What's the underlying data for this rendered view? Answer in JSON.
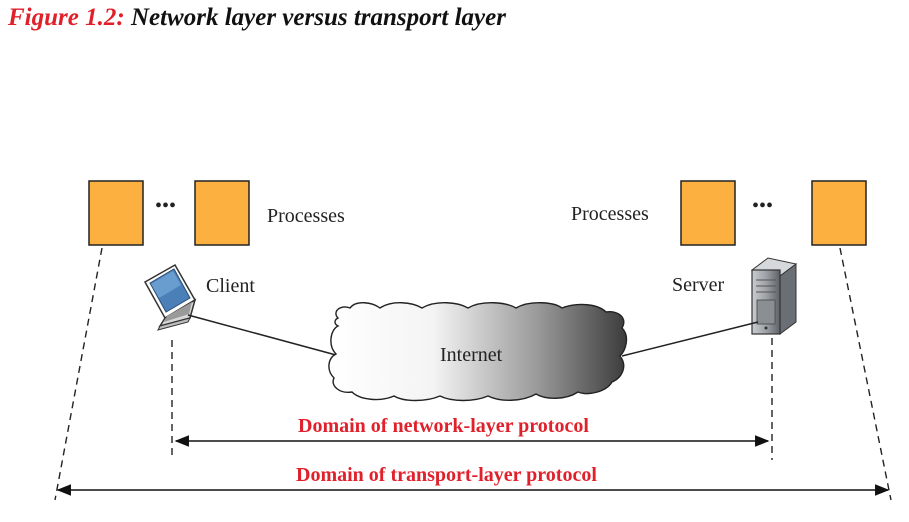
{
  "figure": {
    "number": "Figure 1.2:",
    "title": "Network layer versus transport layer"
  },
  "labels": {
    "processes_left": "Processes",
    "processes_right": "Processes",
    "client": "Client",
    "server": "Server",
    "internet": "Internet",
    "ellipsis_left": "•••",
    "ellipsis_right": "•••",
    "network_domain": "Domain of network-layer protocol",
    "transport_domain": "Domain of transport-layer protocol"
  },
  "colors": {
    "process_fill": "#fbb040",
    "accent_red": "#e0202a"
  },
  "icons": {
    "client": "laptop-icon",
    "server": "server-tower-icon",
    "network": "cloud-icon"
  }
}
